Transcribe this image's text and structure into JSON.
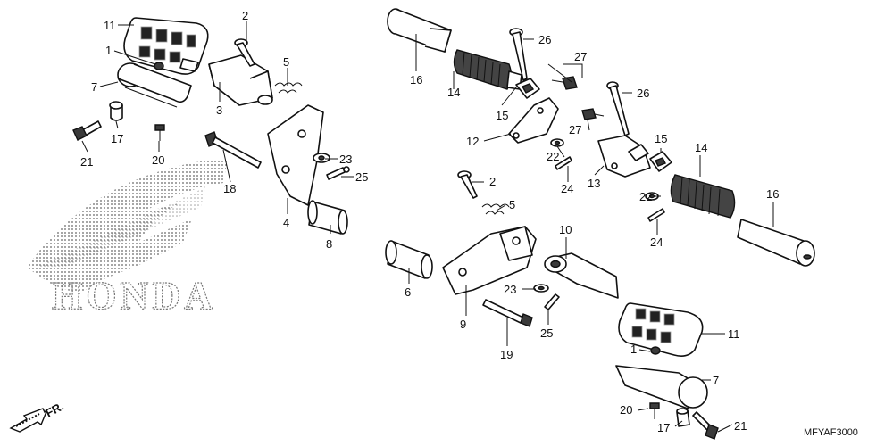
{
  "diagram": {
    "code": "MFYAF3000",
    "brand": "HONDA",
    "direction": "FR.",
    "callouts": [
      "1",
      "2",
      "3",
      "4",
      "5",
      "6",
      "7",
      "8",
      "9",
      "10",
      "11",
      "12",
      "13",
      "14",
      "15",
      "16",
      "17",
      "18",
      "19",
      "20",
      "21",
      "22",
      "23",
      "24",
      "25",
      "26",
      "27"
    ]
  }
}
